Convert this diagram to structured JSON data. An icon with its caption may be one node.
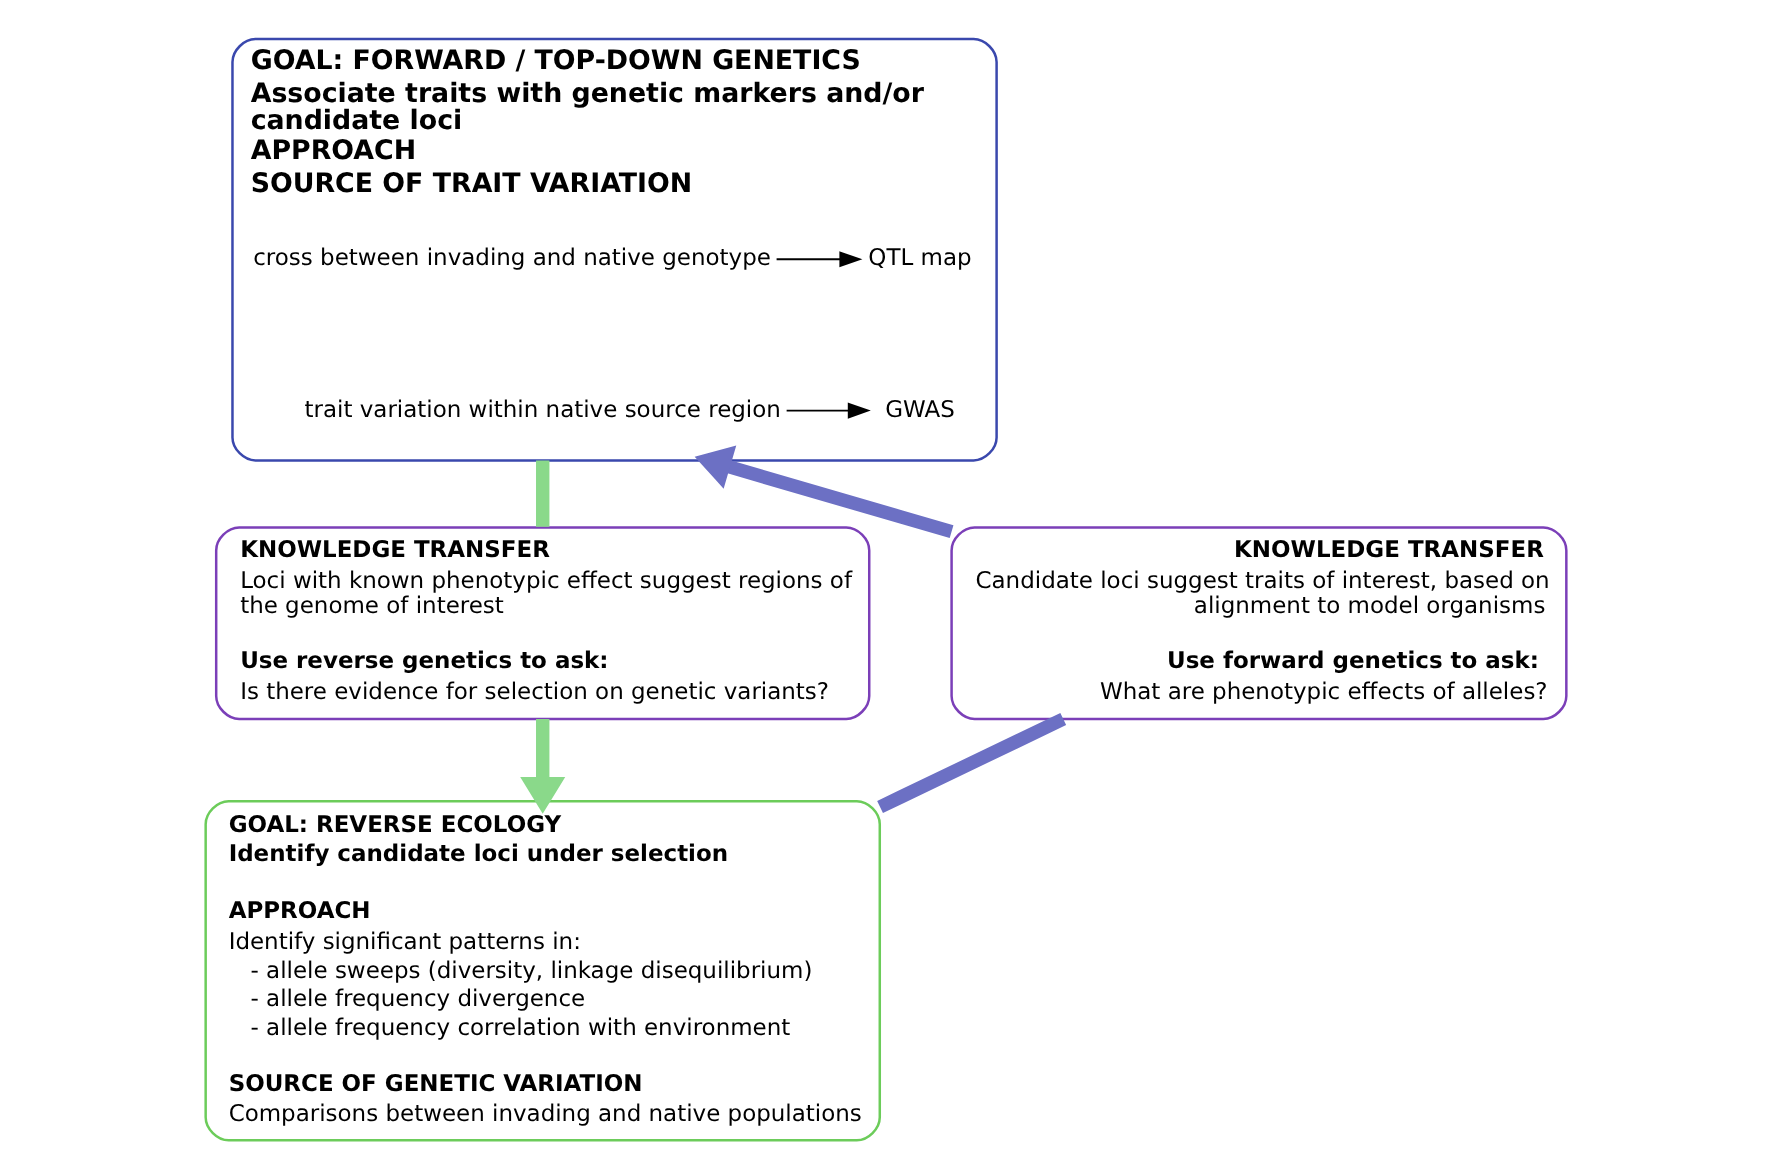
{
  "diagram": {
    "nodes": [
      {
        "text": [
          "GOAL: FORWARD / TOP-DOWN GENETICS",
          "Associate traits with genetic markers and/or candidate loci",
          "APPROACH",
          "SOURCE OF TRAIT VARIATION"
        ]
      },
      {
        "text": [
          "QTL map"
        ],
        "in": 0
      },
      {
        "text": [
          "cross between invading and native genotype"
        ],
        "in": 0
      },
      {
        "text": [
          "GWAS"
        ],
        "in": 0
      },
      {
        "text": [
          "trait variation within native source region"
        ],
        "in": 0
      },
      {
        "text": [
          "KNOWLEDGE TRANSFER",
          "Loci with known phenotypic effect suggest regions of the genome of interest",
          "Use reverse genetics to ask:",
          "Is there evidence for selection on genetic variants?"
        ]
      },
      {
        "text": [
          "KNOWLEDGE TRANSFER",
          "Candidate loci suggest traits of interest, based on alignment to model organisms",
          "Use forward genetics to ask:",
          "What are phenotypic effects of alleles?"
        ]
      },
      {
        "text": [
          "GOAL: REVERSE ECOLOGY",
          "Identify candidate loci under selection",
          "APPROACH",
          "Identify significant patterns in:",
          "- allele sweeps (diversity, linkage disequilibrium)",
          "- allele frequency divergence",
          "- allele frequency correlation with environment",
          "SOURCE OF GENETIC VARIATION",
          "Comparisons between invading and native populations"
        ]
      }
    ],
    "edges": [
      {
        "from": 2,
        "to": 1,
        "arrow": "to"
      },
      {
        "from": 4,
        "to": 3,
        "arrow": "to"
      },
      {
        "from": 0,
        "to": 5,
        "arrow": "none",
        "color": "#8ad98a"
      },
      {
        "from": 5,
        "to": 7,
        "arrow": "to",
        "color": "#8ad98a"
      },
      {
        "from": 7,
        "to": 6,
        "arrow": "none",
        "color": "#6c70c4"
      },
      {
        "from": 6,
        "to": 0,
        "arrow": "to",
        "color": "#6c70c4"
      }
    ]
  }
}
